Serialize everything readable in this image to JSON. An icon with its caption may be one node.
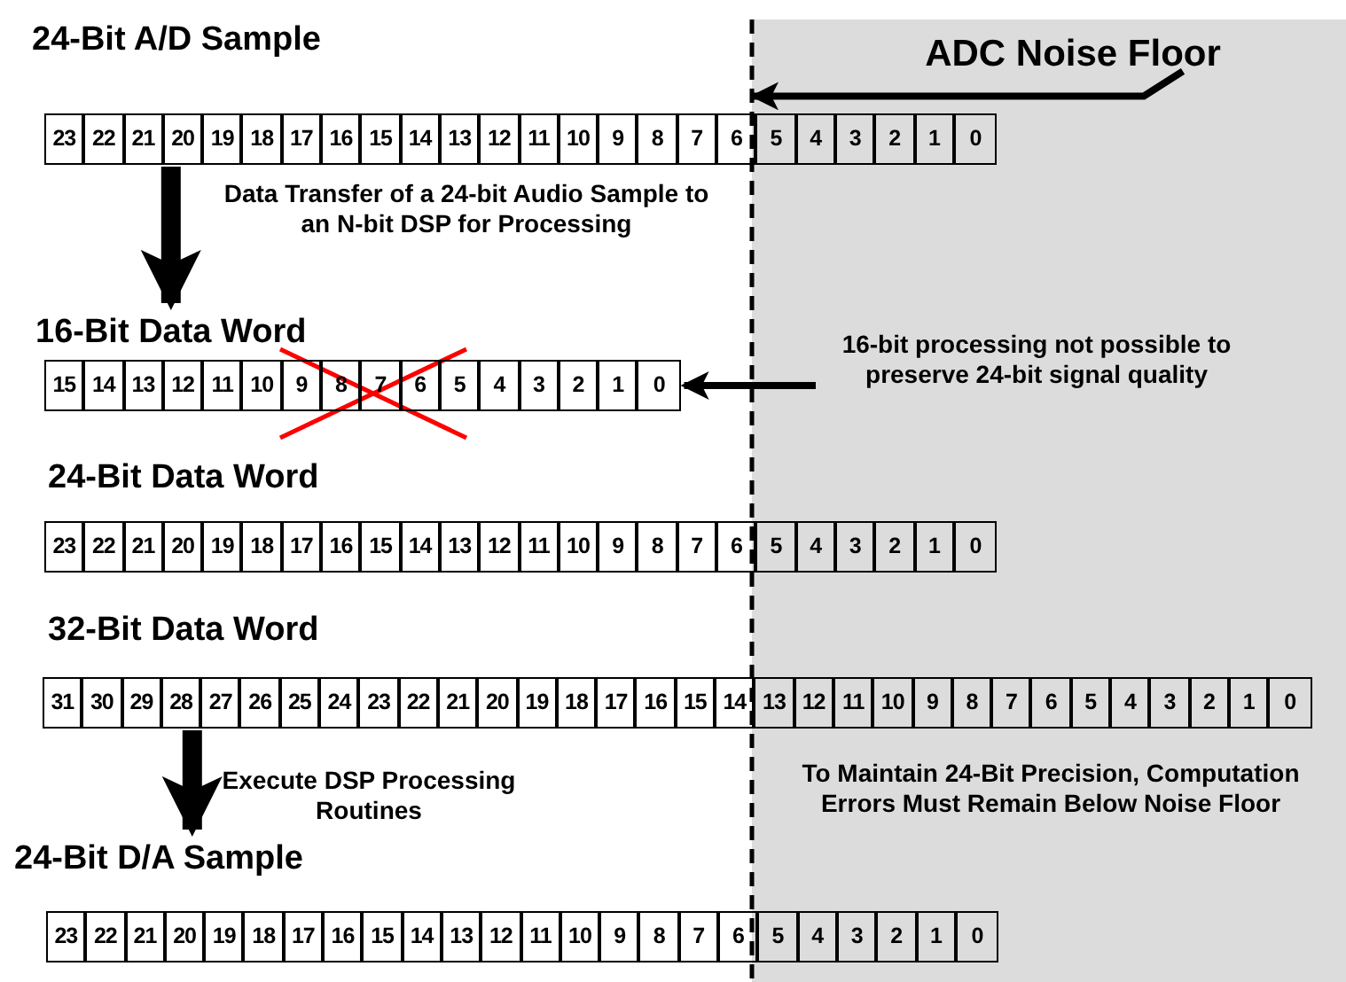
{
  "diagram": {
    "nodes": [
      {
        "text": [
          "24-Bit A/D Sample",
          "23",
          "22",
          "21",
          "20",
          "19",
          "18",
          "17",
          "16",
          "15",
          "14",
          "13",
          "12",
          "11",
          "10",
          "9",
          "8",
          "7",
          "6",
          "5",
          "4",
          "3",
          "2",
          "1",
          "0"
        ]
      },
      {
        "text": [
          "ADC Noise Floor"
        ]
      },
      {
        "text": [],
        "shape": "line"
      },
      {
        "text": [
          "16-Bit Data Word",
          "15",
          "14",
          "13",
          "12",
          "11",
          "10",
          "9",
          "8",
          "7",
          "6",
          "5",
          "4",
          "3",
          "2",
          "1",
          "0"
        ]
      },
      {
        "text": [
          "16-bit processing not possible to preserve 24-bit signal quality"
        ]
      },
      {
        "text": [
          "24-Bit Data Word",
          "23",
          "22",
          "21",
          "20",
          "19",
          "18",
          "17",
          "16",
          "15",
          "14",
          "13",
          "12",
          "11",
          "10",
          "9",
          "8",
          "7",
          "6",
          "5",
          "4",
          "3",
          "2",
          "1",
          "0"
        ]
      },
      {
        "text": [
          "32-Bit Data Word",
          "31",
          "30",
          "29",
          "28",
          "27",
          "26",
          "25",
          "24",
          "23",
          "22",
          "21",
          "20",
          "19",
          "18",
          "17",
          "16",
          "15",
          "14",
          "13",
          "12",
          "11",
          "10",
          "9",
          "8",
          "7",
          "6",
          "5",
          "4",
          "3",
          "2",
          "1",
          "0"
        ]
      },
      {
        "text": [
          "24-Bit D/A Sample",
          "23",
          "22",
          "21",
          "20",
          "19",
          "18",
          "17",
          "16",
          "15",
          "14",
          "13",
          "12",
          "11",
          "10",
          "9",
          "8",
          "7",
          "6",
          "5",
          "4",
          "3",
          "2",
          "1",
          "0"
        ]
      }
    ],
    "edges": [
      {
        "from": 1,
        "to": 2,
        "arrow": "to"
      },
      {
        "from": 0,
        "to": 3,
        "arrow": "to",
        "style": "thick",
        "label": "Data Transfer of a 24-bit Audio Sample to an N-bit DSP for Processing"
      },
      {
        "from": 4,
        "to": 3,
        "arrow": "to"
      },
      {
        "from": 6,
        "to": 7,
        "arrow": "to",
        "style": "thick",
        "label": "Execute DSP Processing Routines"
      }
    ],
    "labels": [
      "To Maintain 24-Bit Precision, Computation Errors Must Remain Below Noise Floor"
    ]
  }
}
